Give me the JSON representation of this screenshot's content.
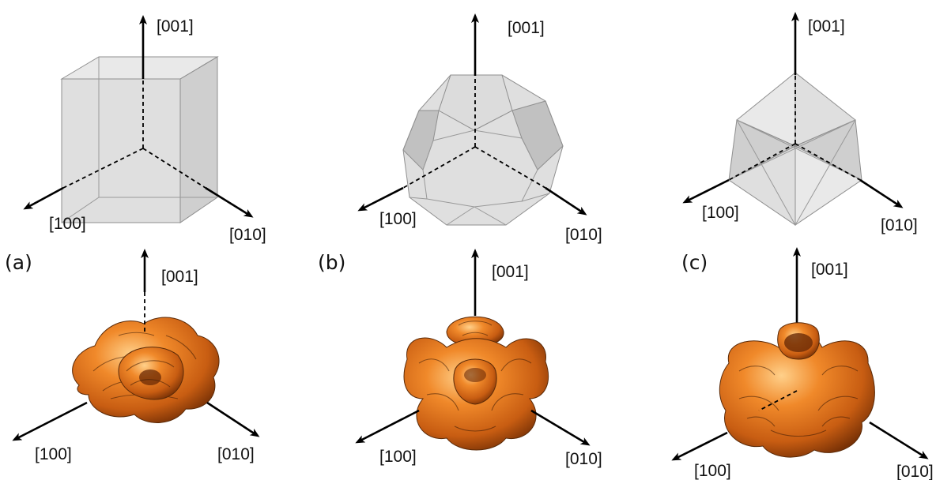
{
  "axes": {
    "z": "[001]",
    "x": "[100]",
    "y": "[010]"
  },
  "panels": [
    {
      "label": "(a)"
    },
    {
      "label": "(b)"
    },
    {
      "label": "(c)"
    }
  ],
  "colors": {
    "surface": "#e0761e",
    "surface_dark": "#8a3a08",
    "crystal_face": "#c4c4c4"
  }
}
